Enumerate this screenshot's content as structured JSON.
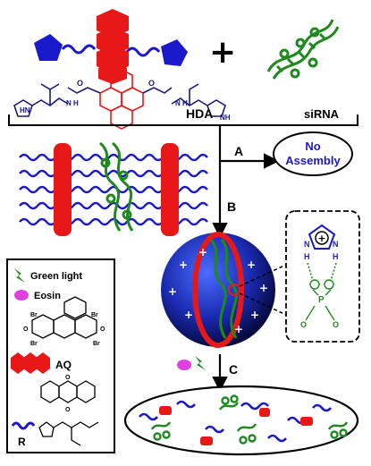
{
  "labels": {
    "hda": "HDA",
    "sirna": "siRNA",
    "step_a": "A",
    "step_b": "B",
    "step_c": "C",
    "no_assembly_line1": "No",
    "no_assembly_line2": "Assembly"
  },
  "legend": {
    "green_light": "Green light",
    "eosin": "Eosin",
    "aq": "AQ",
    "r": "R"
  },
  "colors": {
    "blue": "#1a1acc",
    "red": "#e81818",
    "green": "#1e8a1e",
    "magenta": "#e040e0",
    "black": "#000000",
    "navy": "#1a1a7a"
  }
}
